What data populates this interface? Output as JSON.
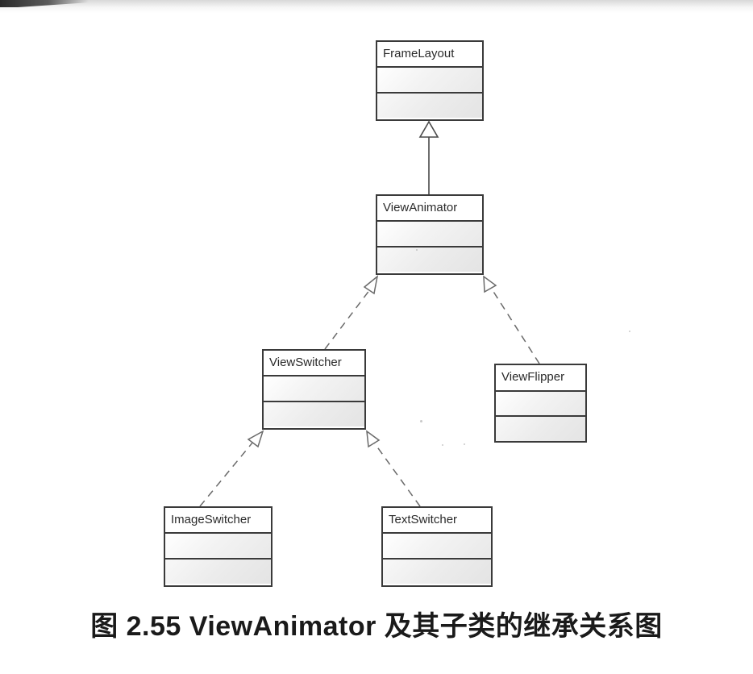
{
  "diagram": {
    "classes": {
      "framelayout": {
        "name": "FrameLayout"
      },
      "viewanimator": {
        "name": "ViewAnimator"
      },
      "viewswitcher": {
        "name": "ViewSwitcher"
      },
      "viewflipper": {
        "name": "ViewFlipper"
      },
      "imageswitcher": {
        "name": "ImageSwitcher"
      },
      "textswitcher": {
        "name": "TextSwitcher"
      }
    },
    "relations": [
      {
        "from": "ViewAnimator",
        "to": "FrameLayout",
        "type": "generalization",
        "line": "solid"
      },
      {
        "from": "ViewSwitcher",
        "to": "ViewAnimator",
        "type": "generalization",
        "line": "dashed"
      },
      {
        "from": "ViewFlipper",
        "to": "ViewAnimator",
        "type": "generalization",
        "line": "dashed"
      },
      {
        "from": "ImageSwitcher",
        "to": "ViewSwitcher",
        "type": "generalization",
        "line": "dashed"
      },
      {
        "from": "TextSwitcher",
        "to": "ViewSwitcher",
        "type": "generalization",
        "line": "dashed"
      }
    ]
  },
  "caption": {
    "text": "图 2.55   ViewAnimator 及其子类的继承关系图"
  },
  "colors": {
    "background": "#ffffff",
    "line": "#3a3a3a",
    "text": "#1a1a1a"
  }
}
